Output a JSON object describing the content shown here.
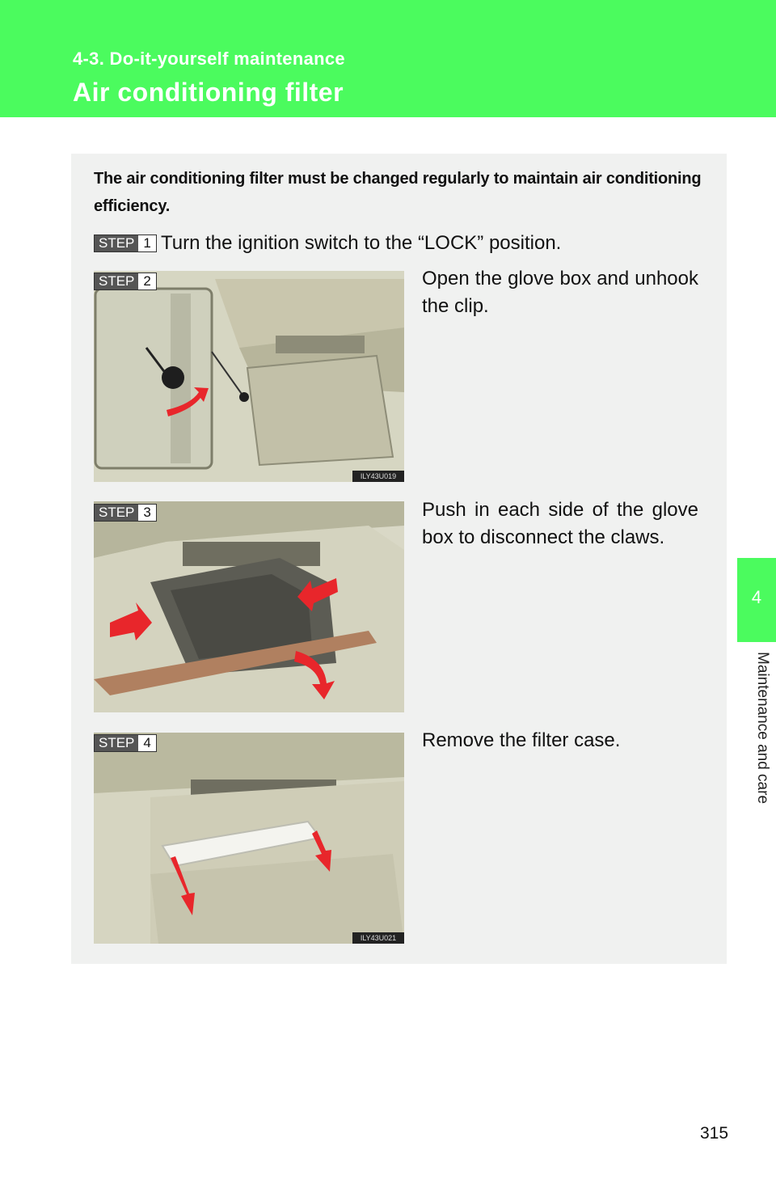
{
  "header": {
    "section": "4-3. Do-it-yourself maintenance",
    "title": "Air conditioning filter"
  },
  "side_tab": {
    "chapter": "4",
    "label": "Maintenance and care"
  },
  "intro": "The air conditioning filter must be changed regularly to maintain air conditioning efficiency.",
  "steps": [
    {
      "word": "STEP",
      "num": "1",
      "text": "Turn the ignition switch to the “LOCK” position."
    },
    {
      "word": "STEP",
      "num": "2",
      "text": "Open the glove box and unhook the clip.",
      "image_code": "ILY43U019"
    },
    {
      "word": "STEP",
      "num": "3",
      "text": "Push in each side of the glove box to disconnect the claws."
    },
    {
      "word": "STEP",
      "num": "4",
      "text": "Remove the filter case.",
      "image_code": "ILY43U021"
    }
  ],
  "colors": {
    "header_green": "#4bfb5e",
    "panel_gray": "#f0f1f0",
    "arrow_red": "#e8262b"
  },
  "page_number": "315"
}
